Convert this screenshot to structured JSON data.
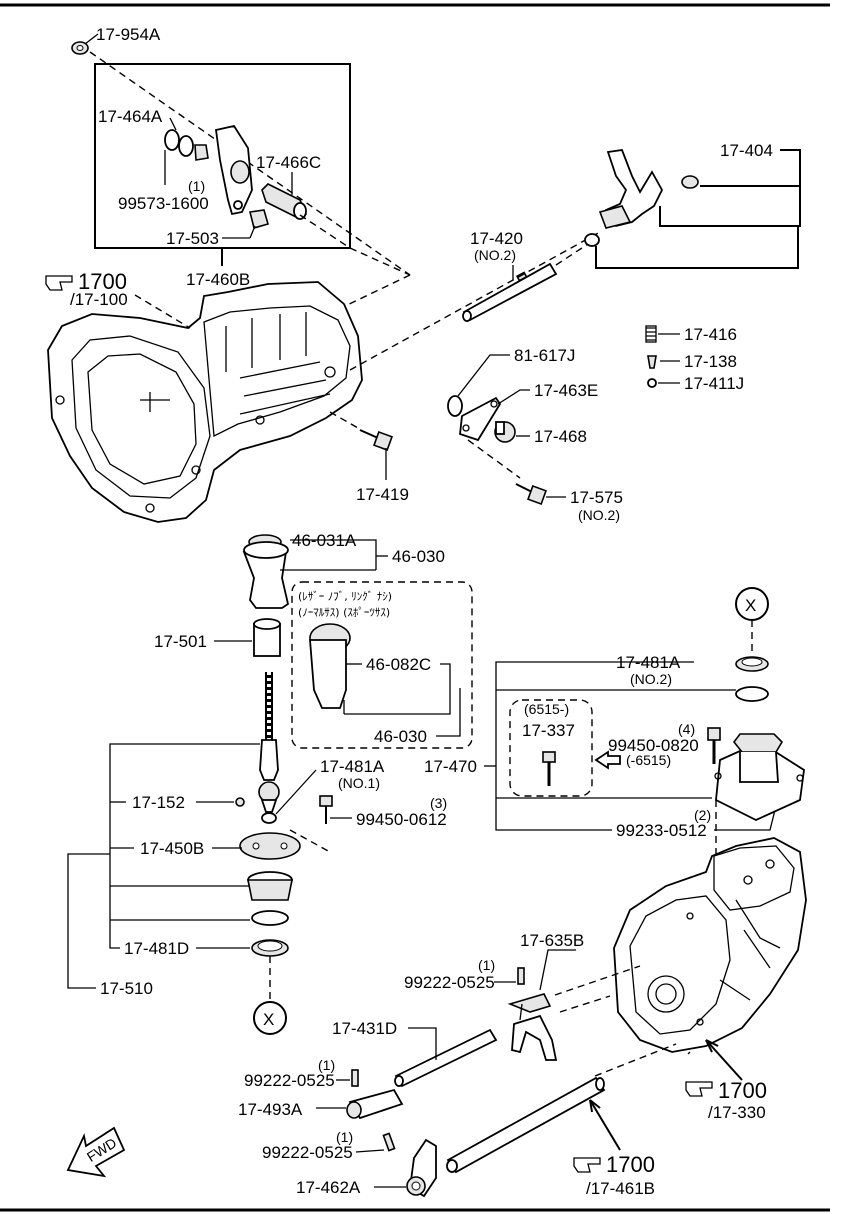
{
  "labels": {
    "p17_954A": "17-954A",
    "p17_464A": "17-464A",
    "n1_a": "(1)",
    "p99573_1600": "99573-1600",
    "p17_466C": "17-466C",
    "p17_503": "17-503",
    "p17_460B": "17-460B",
    "ref1700_a": "1700",
    "ref17_100": "/17-100",
    "p17_420": "17-420",
    "no2_a": "(NO.2)",
    "p17_404": "17-404",
    "p17_416": "17-416",
    "p17_138": "17-138",
    "p17_411J": "17-411J",
    "p81_617J": "81-617J",
    "p17_463E": "17-463E",
    "p17_468": "17-468",
    "p17_419": "17-419",
    "p17_575": "17-575",
    "no2_b": "(NO.2)",
    "p46_031A": "46-031A",
    "p46_030_a": "46-030",
    "jp_line1": "(ﾚｻﾞｰ ﾉﾌﾞ, ﾘﾝｸﾞ ﾅｼ)",
    "jp_line2": "(ﾉｰﾏﾙｻｽ) (ｽﾎﾟｰﾂｻｽ)",
    "p17_501": "17-501",
    "p46_082C": "46-082C",
    "p46_030_b": "46-030",
    "x_a": "X",
    "p17_481A_a": "17-481A",
    "no2_c": "(NO.2)",
    "code6515a": "(6515-)",
    "p17_337": "17-337",
    "n4": "(4)",
    "p99450_0820": "99450-0820",
    "code6515b": "(-6515)",
    "p17_470": "17-470",
    "p17_481A_b": "17-481A",
    "no1": "(NO.1)",
    "p17_152": "17-152",
    "n3": "(3)",
    "p99450_0612": "99450-0612",
    "n2": "(2)",
    "p99233_0512": "99233-0512",
    "p17_450B": "17-450B",
    "p17_481D": "17-481D",
    "p17_635B": "17-635B",
    "n1_b": "(1)",
    "p99222_0525_a": "99222-0525",
    "p17_510": "17-510",
    "x_b": "X",
    "p17_431D": "17-431D",
    "n1_c": "(1)",
    "p99222_0525_b": "99222-0525",
    "p17_493A": "17-493A",
    "ref1700_b": "1700",
    "ref17_330": "/17-330",
    "n1_d": "(1)",
    "p99222_0525_c": "99222-0525",
    "ref1700_c": "1700",
    "ref17_461B": "/17-461B",
    "p17_462A": "17-462A",
    "fwd": "FWD"
  }
}
